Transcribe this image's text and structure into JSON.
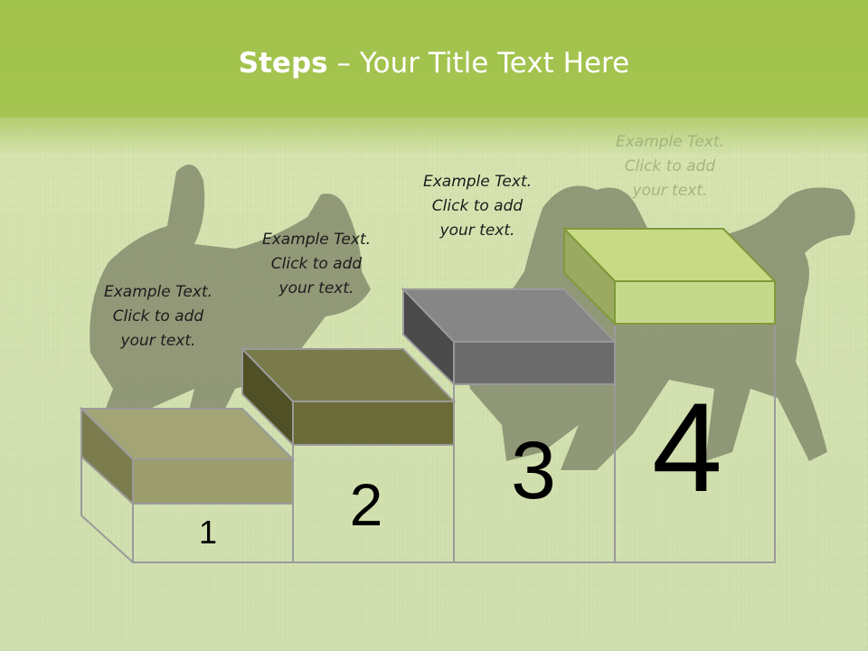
{
  "title": {
    "bold": "Steps",
    "rest": " – Your Title Text Here"
  },
  "steps": [
    {
      "number": "1",
      "caption": "Example Text.\nClick  to add\nyour text."
    },
    {
      "number": "2",
      "caption": "Example Text.\nClick  to add\nyour text."
    },
    {
      "number": "3",
      "caption": "Example Text.\nClick  to add\nyour text."
    },
    {
      "number": "4",
      "caption": "Example Text.\nClick  to add\nyour text."
    }
  ],
  "colors": {
    "header_green": "#9ec04a",
    "grass_light": "#dfe9c6",
    "grass_mid": "#c9d9a4",
    "step1": "#a4a576",
    "step2": "#797a48",
    "step3": "#858585",
    "step4": "#c9da85"
  }
}
